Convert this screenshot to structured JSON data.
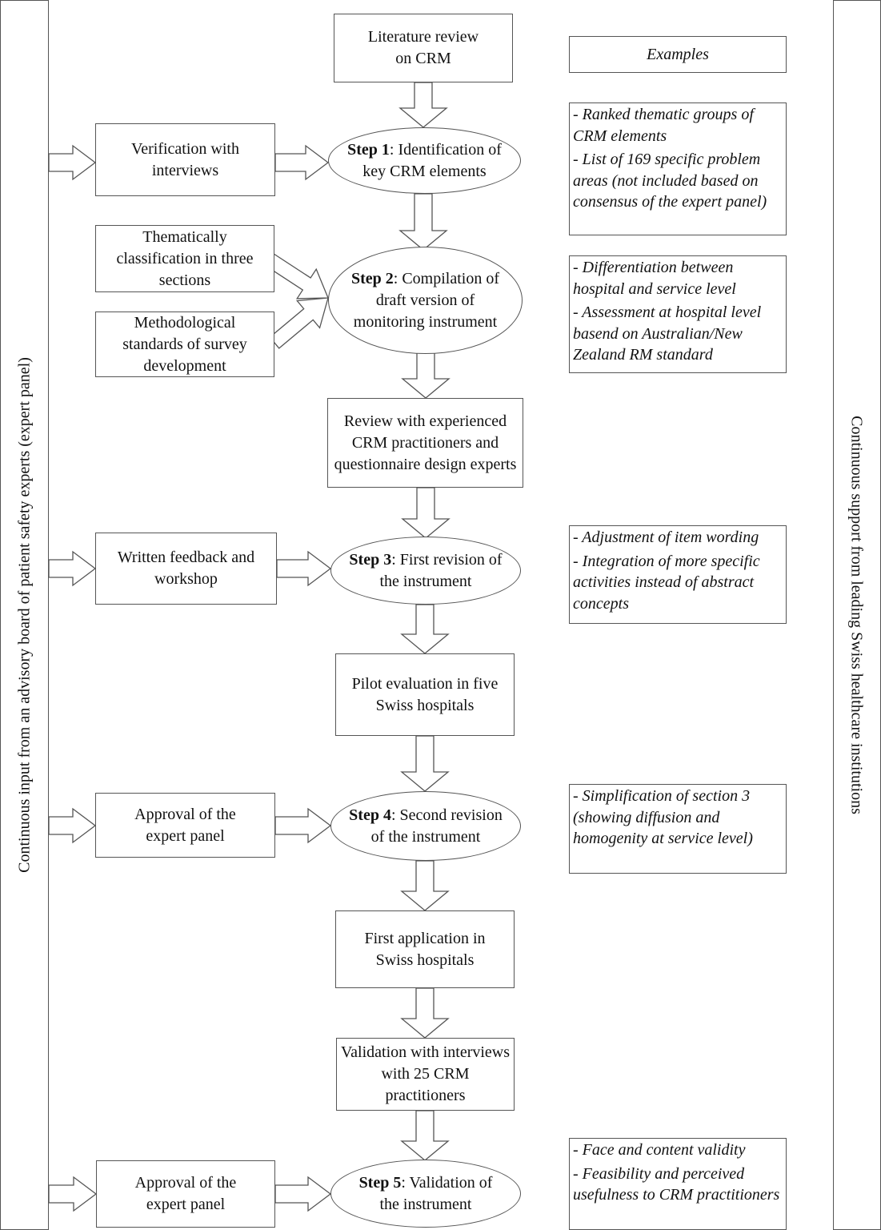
{
  "left_bar": "Continuous input from an advisory board of patient safety experts (expert panel)",
  "right_bar": "Continuous support from leading Swiss healthcare institutions",
  "main": {
    "lit_review": "Literature review on CRM",
    "step1_label": "Step 1",
    "step1_text": ": Identification of key CRM elements",
    "step2_label": "Step 2",
    "step2_text": ": Compilation of draft version of monitoring instrument",
    "review": "Review with experienced CRM practitioners and questionnaire design experts",
    "step3_label": "Step 3",
    "step3_text": ": First revision of the instrument",
    "pilot": "Pilot evaluation in five Swiss hospitals",
    "step4_label": "Step 4",
    "step4_text": ": Second revision of the instrument",
    "first_application": "First application in Swiss hospitals",
    "validation_interviews": "Validation with interviews with 25 CRM practitioners",
    "step5_label": "Step 5",
    "step5_text": ": Validation of the instrument"
  },
  "inputs": {
    "verification": "Verification with interviews",
    "thematic": "Thematically classification in three sections",
    "methodological": "Methodological standards of survey development",
    "written_feedback": "Written feedback and workshop",
    "approval1": "Approval of the expert panel",
    "approval2": "Approval of the expert panel"
  },
  "examples": {
    "header": "Examples",
    "ex1": [
      "- Ranked thematic groups of CRM elements",
      "- List of 169 specific problem areas (not included based on consensus of the expert panel)"
    ],
    "ex2": [
      "- Differentiation between hospital and service level",
      "- Assessment at hospital level basend on Australian/New Zealand RM standard"
    ],
    "ex3": [
      "- Adjustment of item wording",
      "- Integration of more specific activities instead of abstract concepts"
    ],
    "ex4": [
      "- Simplification of section 3 (showing diffusion and homogenity at service level)"
    ],
    "ex5": [
      "- Face and content validity",
      "- Feasibility and perceived usefulness to CRM practitioners"
    ]
  }
}
